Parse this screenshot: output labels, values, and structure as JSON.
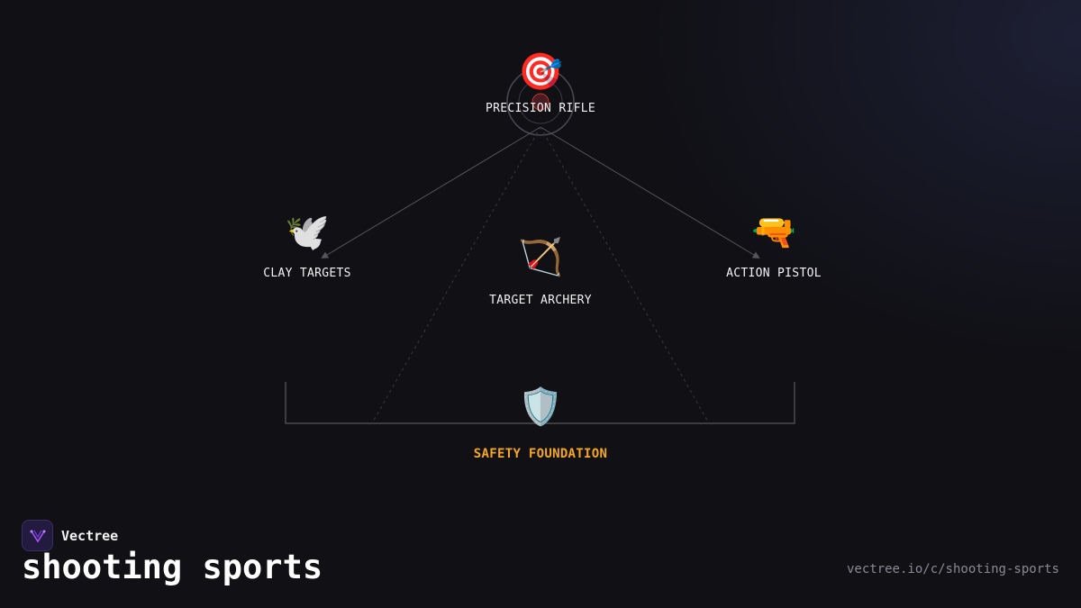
{
  "diagram": {
    "nodes": {
      "top": {
        "icon": "🎯",
        "icon_name": "target-dart-icon",
        "label": "PRECISION RIFLE"
      },
      "left": {
        "icon": "🕊️",
        "icon_name": "dove-icon",
        "label": "CLAY TARGETS"
      },
      "center": {
        "icon": "🏹",
        "icon_name": "bow-and-arrow-icon",
        "label": "TARGET ARCHERY"
      },
      "right": {
        "icon": "🔫",
        "icon_name": "pistol-icon",
        "label": "ACTION PISTOL"
      },
      "base": {
        "icon": "🛡️",
        "icon_name": "shield-icon",
        "label": "SAFETY FOUNDATION"
      }
    },
    "colors": {
      "foundation_label": "#f5a623",
      "line": "#55555c",
      "background": "#101015"
    }
  },
  "footer": {
    "brand": "Vectree",
    "title": "shooting sports",
    "url": "vectree.io/c/shooting-sports"
  }
}
